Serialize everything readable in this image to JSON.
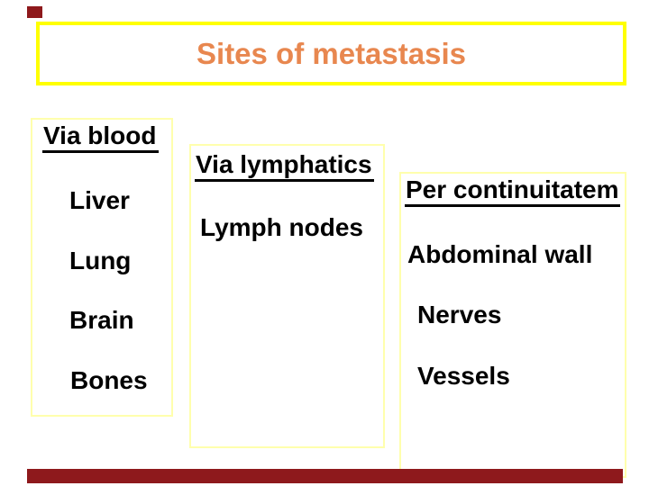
{
  "slide": {
    "title": "Sites of metastasis",
    "columns": [
      {
        "header": "Via blood",
        "items": [
          "Liver",
          "Lung",
          "Brain",
          "Bones"
        ]
      },
      {
        "header": "Via lymphatics",
        "items": [
          "Lymph nodes"
        ]
      },
      {
        "header": "Per continuitatem",
        "items": [
          "Abdominal wall",
          "Nerves",
          "Vessels"
        ]
      }
    ],
    "colors": {
      "background": "#FFFFFF",
      "title_text": "#E8874F",
      "title_border": "#FFFF00",
      "box_border": "#FFFFAD",
      "accent_bar": "#8E191C",
      "text": "#000000"
    }
  }
}
